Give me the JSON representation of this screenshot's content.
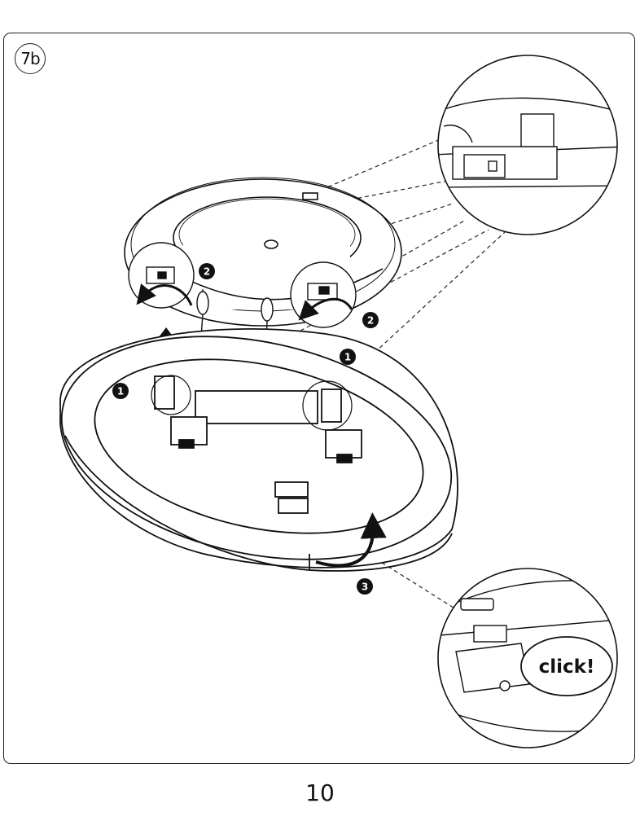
{
  "step": {
    "label": "7b"
  },
  "callouts": {
    "one": "1",
    "two": "2",
    "three": "3"
  },
  "detail": {
    "click_text": "click!"
  },
  "page": {
    "number": "10"
  }
}
